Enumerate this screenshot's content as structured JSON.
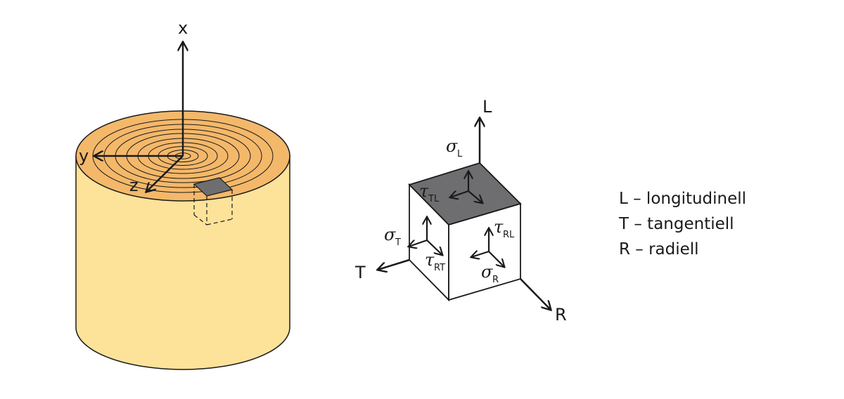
{
  "colors": {
    "wood_side": "#fde29a",
    "wood_top": "#f4b86a",
    "shaded_face": "#6e6e70",
    "line": "#1a1a1a"
  },
  "cylinder_axes": {
    "x": "x",
    "y": "y",
    "z": "z"
  },
  "cube_axes": {
    "L": "L",
    "T": "T",
    "R": "R"
  },
  "stresses": {
    "sigma_L": {
      "symbol": "σ",
      "sub": "L"
    },
    "tau_TL": {
      "symbol": "τ",
      "sub": "TL"
    },
    "sigma_T": {
      "symbol": "σ",
      "sub": "T"
    },
    "tau_RT": {
      "symbol": "τ",
      "sub": "RT"
    },
    "tau_RL": {
      "symbol": "τ",
      "sub": "RL"
    },
    "sigma_R": {
      "symbol": "σ",
      "sub": "R"
    }
  },
  "legend": [
    "L – longitudinell",
    "T – tangentiell",
    "R – radiell"
  ]
}
